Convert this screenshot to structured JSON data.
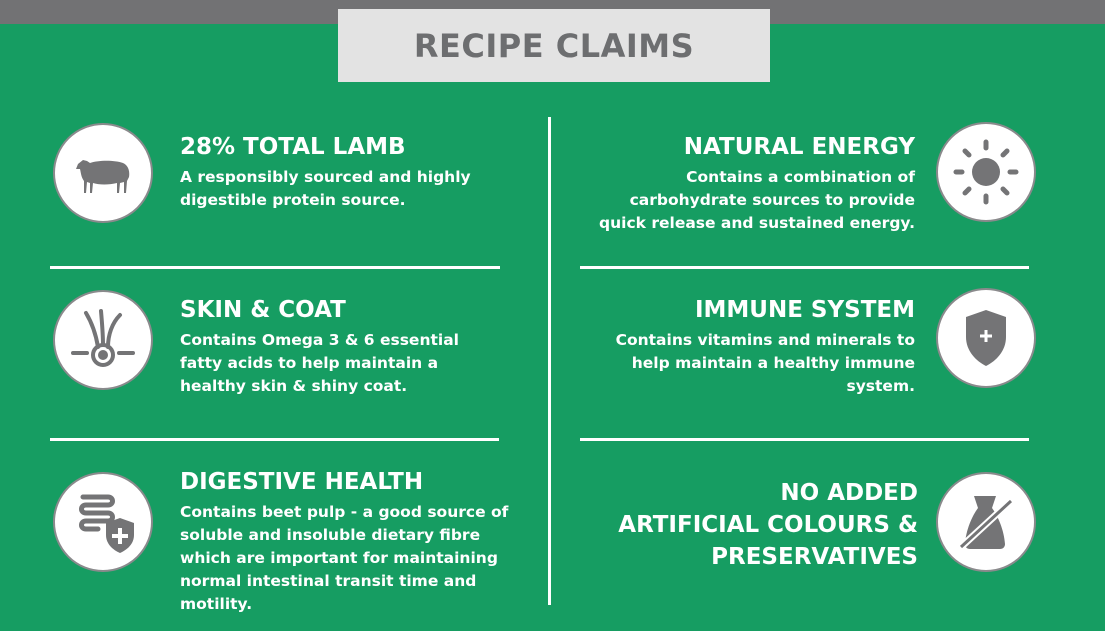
{
  "title": "RECIPE CLAIMS",
  "claims_left": [
    {
      "heading": "28% TOTAL LAMB",
      "lines": [
        "A responsibly sourced and highly",
        "digestible protein source."
      ],
      "icon": "sheep-icon"
    },
    {
      "heading": "SKIN & COAT",
      "lines": [
        "Contains Omega 3 & 6 essential",
        "fatty acids to help maintain a",
        "healthy skin & shiny coat."
      ],
      "icon": "hair-follicle-icon"
    },
    {
      "heading": "DIGESTIVE HEALTH",
      "lines": [
        "Contains beet pulp - a good source of",
        "soluble and insoluble dietary fibre",
        "which are important for maintaining",
        "normal intestinal transit time and",
        "motility."
      ],
      "icon": "intestine-shield-icon"
    }
  ],
  "claims_right": [
    {
      "heading": "NATURAL ENERGY",
      "lines": [
        "Contains a combination of",
        "carbohydrate sources to provide",
        "quick release and sustained energy."
      ],
      "icon": "sun-icon"
    },
    {
      "heading": "IMMUNE SYSTEM",
      "lines": [
        "Contains vitamins and minerals to",
        "help maintain a healthy immune",
        "system."
      ],
      "icon": "shield-plus-icon"
    },
    {
      "heading_lines": [
        "NO ADDED",
        "ARTIFICIAL COLOURS &",
        "PRESERVATIVES"
      ],
      "icon": "no-flask-icon"
    }
  ],
  "colors": {
    "background": "#169d62",
    "topbar": "#727274",
    "title_box": "#e3e3e3",
    "title_text": "#6d6e70",
    "icon": "#747476"
  }
}
